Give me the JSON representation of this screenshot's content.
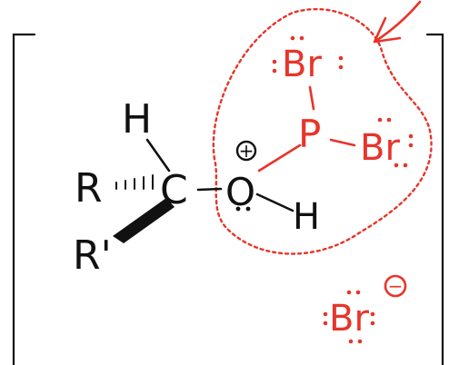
{
  "colors": {
    "ink": "#111111",
    "accent": "#e8342a",
    "background": "#ffffff"
  },
  "labels": {
    "h_top": "H",
    "r": "R",
    "r_prime": "R'",
    "carbon": "C",
    "oxygen": "O",
    "h_right": "H",
    "plus_charge": "+",
    "br_top": "Br",
    "phosphorus": "P",
    "br_right": "Br",
    "br_free": "Br",
    "minus_charge": "−"
  }
}
